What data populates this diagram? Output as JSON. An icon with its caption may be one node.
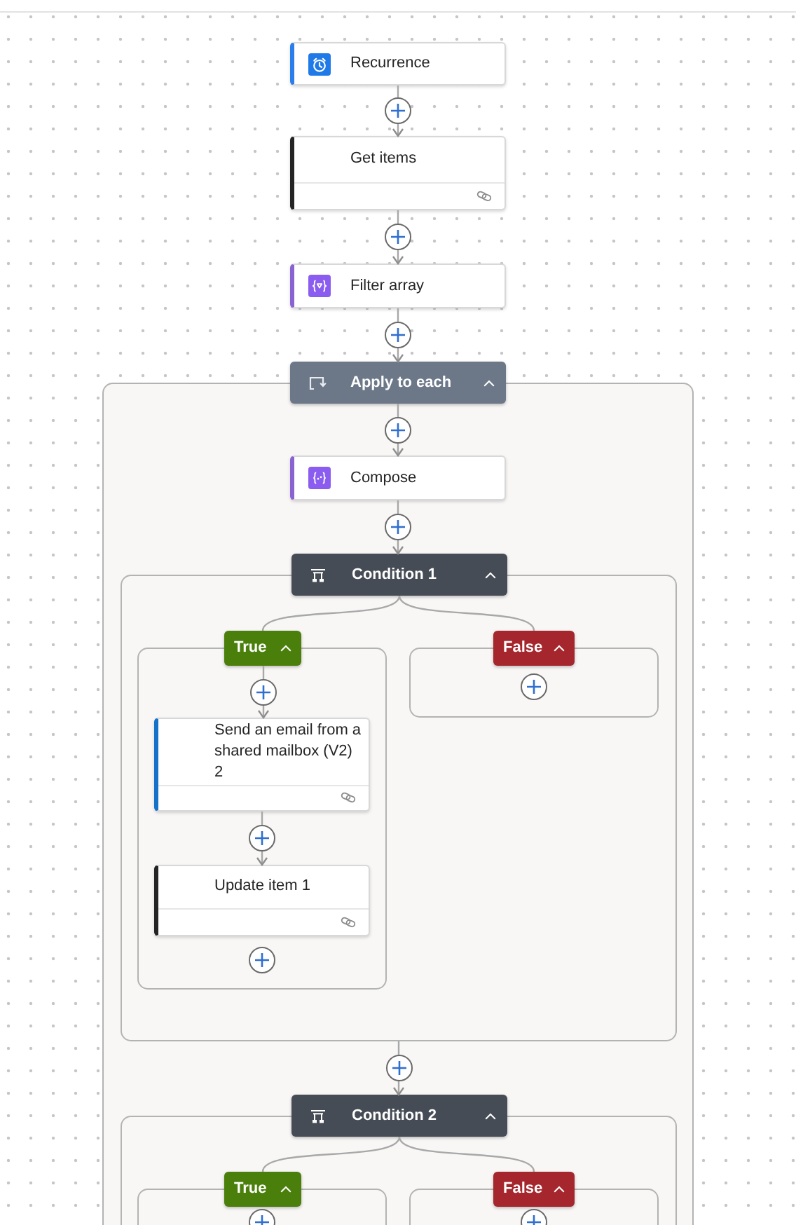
{
  "diagram": {
    "nodes": [
      {
        "text": [
          "Recurrence"
        ]
      },
      {
        "text": [
          "Get items"
        ]
      },
      {
        "text": [
          "Filter array"
        ]
      },
      {
        "text": [
          "Apply to each"
        ]
      },
      {
        "text": [
          "Compose"
        ],
        "in": 3
      },
      {
        "text": [
          "Condition 1"
        ],
        "in": 3
      },
      {
        "text": [
          "True"
        ],
        "in": 5
      },
      {
        "text": [
          "Send an email from a shared mailbox (V2) 2"
        ],
        "in": 6
      },
      {
        "text": [
          "Update item 1"
        ],
        "in": 6
      },
      {
        "text": [
          "False"
        ],
        "in": 5
      },
      {
        "text": [
          "Condition 2"
        ],
        "in": 3
      },
      {
        "text": [
          "True"
        ],
        "in": 10
      },
      {
        "text": [
          "False"
        ],
        "in": 10
      }
    ],
    "edges": [
      {
        "from": 0,
        "to": 1,
        "arrow": "to"
      },
      {
        "from": 1,
        "to": 2,
        "arrow": "to"
      },
      {
        "from": 2,
        "to": 3,
        "arrow": "to"
      },
      {
        "from": 3,
        "to": 4,
        "arrow": "to"
      },
      {
        "from": 4,
        "to": 5,
        "arrow": "to"
      },
      {
        "from": 5,
        "to": 6,
        "arrow": "none"
      },
      {
        "from": 5,
        "to": 9,
        "arrow": "none"
      },
      {
        "from": 6,
        "to": 7,
        "arrow": "to"
      },
      {
        "from": 7,
        "to": 8,
        "arrow": "to"
      },
      {
        "from": 5,
        "to": 10,
        "arrow": "to"
      },
      {
        "from": 10,
        "to": 11,
        "arrow": "none"
      },
      {
        "from": 10,
        "to": 12,
        "arrow": "none"
      }
    ]
  }
}
